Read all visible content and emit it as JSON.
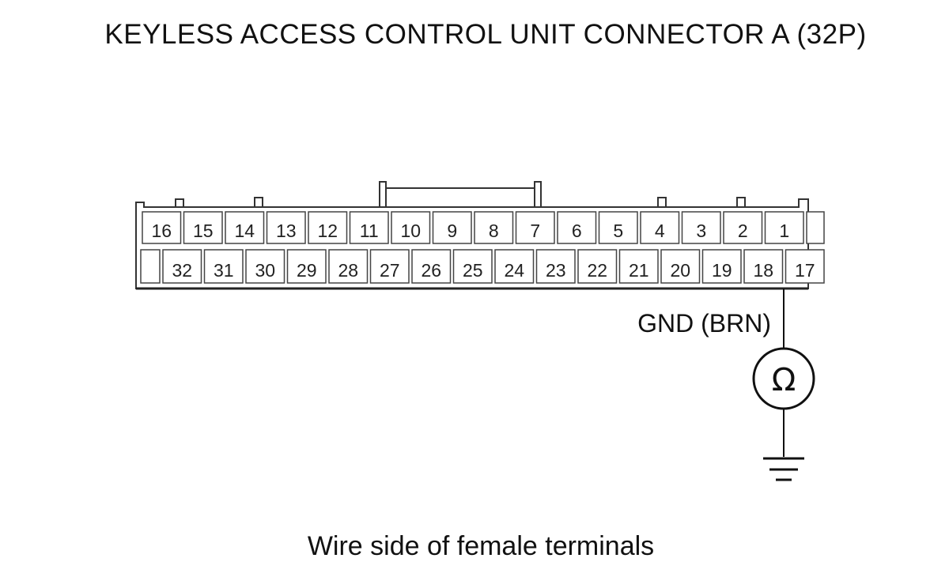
{
  "title": "KEYLESS ACCESS CONTROL UNIT CONNECTOR A (32P)",
  "caption": "Wire side of female terminals",
  "connector": {
    "top_row": [
      "16",
      "15",
      "14",
      "13",
      "12",
      "11",
      "10",
      "9",
      "8",
      "7",
      "6",
      "5",
      "4",
      "3",
      "2",
      "1"
    ],
    "bottom_row": [
      "32",
      "31",
      "30",
      "29",
      "28",
      "27",
      "26",
      "25",
      "24",
      "23",
      "22",
      "21",
      "20",
      "19",
      "18",
      "17"
    ]
  },
  "probe": {
    "terminal": "17",
    "label": "GND (BRN)",
    "meter_symbol": "Ω",
    "meter_icon": "ohmmeter-icon",
    "ground_icon": "ground-icon"
  }
}
